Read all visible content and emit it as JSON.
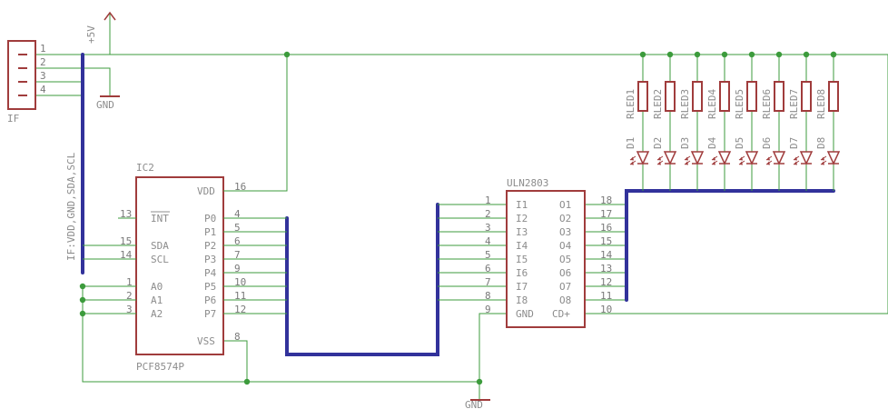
{
  "colors": {
    "wire": "#3c9b3c",
    "bus": "#32329b",
    "part": "#a03c3c",
    "text": "#8c8c8c",
    "junction": "#3c9b3c"
  },
  "supply": {
    "vcc_label": "+5V",
    "gnd_label_left": "GND",
    "gnd_label_bottom": "GND"
  },
  "connector": {
    "name": "IF",
    "pins": [
      "1",
      "2",
      "3",
      "4"
    ],
    "bus_label": "IF:VDD,GND,SDA,SCL"
  },
  "ic2": {
    "name": "IC2",
    "value": "PCF8574P",
    "left_pins": [
      {
        "num": "13",
        "name": "INT"
      },
      {
        "num": "15",
        "name": "SDA"
      },
      {
        "num": "14",
        "name": "SCL"
      },
      {
        "num": "1",
        "name": "A0"
      },
      {
        "num": "2",
        "name": "A1"
      },
      {
        "num": "3",
        "name": "A2"
      }
    ],
    "right_pins": [
      {
        "num": "16",
        "name": "VDD"
      },
      {
        "num": "4",
        "name": "P0"
      },
      {
        "num": "5",
        "name": "P1"
      },
      {
        "num": "6",
        "name": "P2"
      },
      {
        "num": "7",
        "name": "P3"
      },
      {
        "num": "9",
        "name": "P4"
      },
      {
        "num": "10",
        "name": "P5"
      },
      {
        "num": "11",
        "name": "P6"
      },
      {
        "num": "12",
        "name": "P7"
      },
      {
        "num": "8",
        "name": "VSS"
      }
    ]
  },
  "uln": {
    "name": "ULN2803",
    "left_pins": [
      {
        "num": "1",
        "name": "I1"
      },
      {
        "num": "2",
        "name": "I2"
      },
      {
        "num": "3",
        "name": "I3"
      },
      {
        "num": "4",
        "name": "I4"
      },
      {
        "num": "5",
        "name": "I5"
      },
      {
        "num": "6",
        "name": "I6"
      },
      {
        "num": "7",
        "name": "I7"
      },
      {
        "num": "8",
        "name": "I8"
      },
      {
        "num": "9",
        "name": "GND"
      }
    ],
    "right_pins": [
      {
        "num": "18",
        "name": "O1"
      },
      {
        "num": "17",
        "name": "O2"
      },
      {
        "num": "16",
        "name": "O3"
      },
      {
        "num": "15",
        "name": "O4"
      },
      {
        "num": "14",
        "name": "O5"
      },
      {
        "num": "13",
        "name": "O6"
      },
      {
        "num": "12",
        "name": "O7"
      },
      {
        "num": "11",
        "name": "O8"
      },
      {
        "num": "10",
        "name": "CD+"
      }
    ]
  },
  "resistors": [
    "RLED1",
    "RLED2",
    "RLED3",
    "RLED4",
    "RLED5",
    "RLED6",
    "RLED7",
    "RLED8"
  ],
  "leds": [
    "D1",
    "D2",
    "D3",
    "D4",
    "D5",
    "D6",
    "D7",
    "D8"
  ]
}
